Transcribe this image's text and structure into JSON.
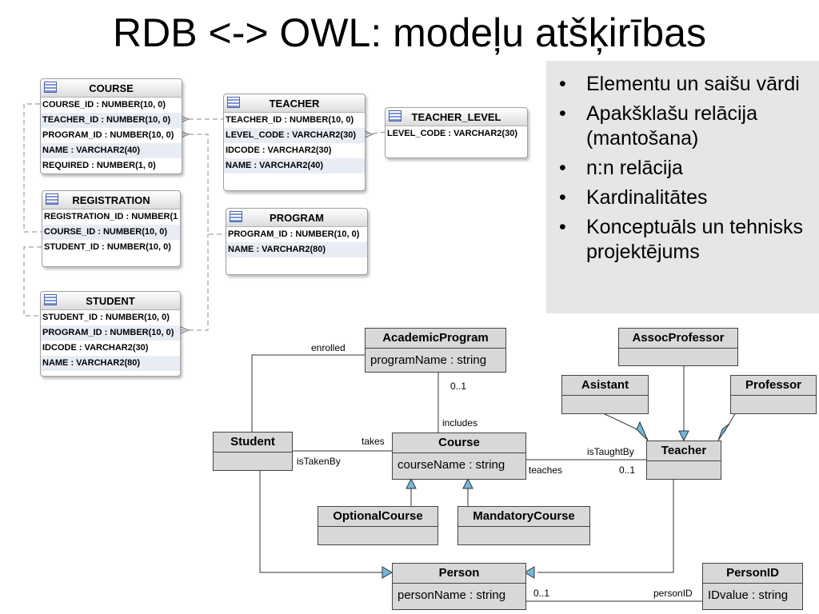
{
  "title": "RDB <-> OWL: modeļu atšķirības",
  "bullets": [
    "Elementu un saišu vārdi",
    "Apakšklašu relācija (mantošana)",
    "n:n relācija",
    "Kardinalitātes",
    "Konceptuāls un tehnisks projektējums"
  ],
  "tables": {
    "course": {
      "name": "COURSE",
      "rows": [
        "COURSE_ID : NUMBER(10, 0)",
        "TEACHER_ID : NUMBER(10, 0)",
        "PROGRAM_ID : NUMBER(10, 0)",
        "NAME : VARCHAR2(40)",
        "REQUIRED : NUMBER(1, 0)"
      ]
    },
    "teacher": {
      "name": "TEACHER",
      "rows": [
        "TEACHER_ID : NUMBER(10, 0)",
        "LEVEL_CODE : VARCHAR2(30)",
        "IDCODE : VARCHAR2(30)",
        "NAME : VARCHAR2(40)"
      ]
    },
    "teacher_level": {
      "name": "TEACHER_LEVEL",
      "rows": [
        "LEVEL_CODE : VARCHAR2(30)"
      ]
    },
    "registration": {
      "name": "REGISTRATION",
      "rows": [
        "REGISTRATION_ID : NUMBER(1",
        "COURSE_ID : NUMBER(10, 0)",
        "STUDENT_ID : NUMBER(10, 0)"
      ]
    },
    "program": {
      "name": "PROGRAM",
      "rows": [
        "PROGRAM_ID : NUMBER(10, 0)",
        "NAME : VARCHAR2(80)"
      ]
    },
    "student": {
      "name": "STUDENT",
      "rows": [
        "STUDENT_ID : NUMBER(10, 0)",
        "PROGRAM_ID : NUMBER(10, 0)",
        "IDCODE : VARCHAR2(30)",
        "NAME : VARCHAR2(80)"
      ]
    }
  },
  "classes": {
    "academic_program": {
      "name": "AcademicProgram",
      "attr": "programName : string"
    },
    "assoc_professor": {
      "name": "AssocProfessor"
    },
    "asistant": {
      "name": "Asistant"
    },
    "professor": {
      "name": "Professor"
    },
    "student": {
      "name": "Student"
    },
    "course": {
      "name": "Course",
      "attr": "courseName : string"
    },
    "teacher": {
      "name": "Teacher"
    },
    "optional_course": {
      "name": "OptionalCourse"
    },
    "mandatory_course": {
      "name": "MandatoryCourse"
    },
    "person": {
      "name": "Person",
      "attr": "personName : string"
    },
    "person_id": {
      "name": "PersonID",
      "attr": "IDvalue : string"
    }
  },
  "labels": {
    "enrolled": "enrolled",
    "mult_01_program": "0..1",
    "includes": "includes",
    "takes": "takes",
    "is_taken_by": "isTakenBy",
    "is_taught_by": "isTaughtBy",
    "teaches": "teaches",
    "mult_01_teacher": "0..1",
    "mult_01_person": "0..1",
    "person_id": "personID"
  }
}
